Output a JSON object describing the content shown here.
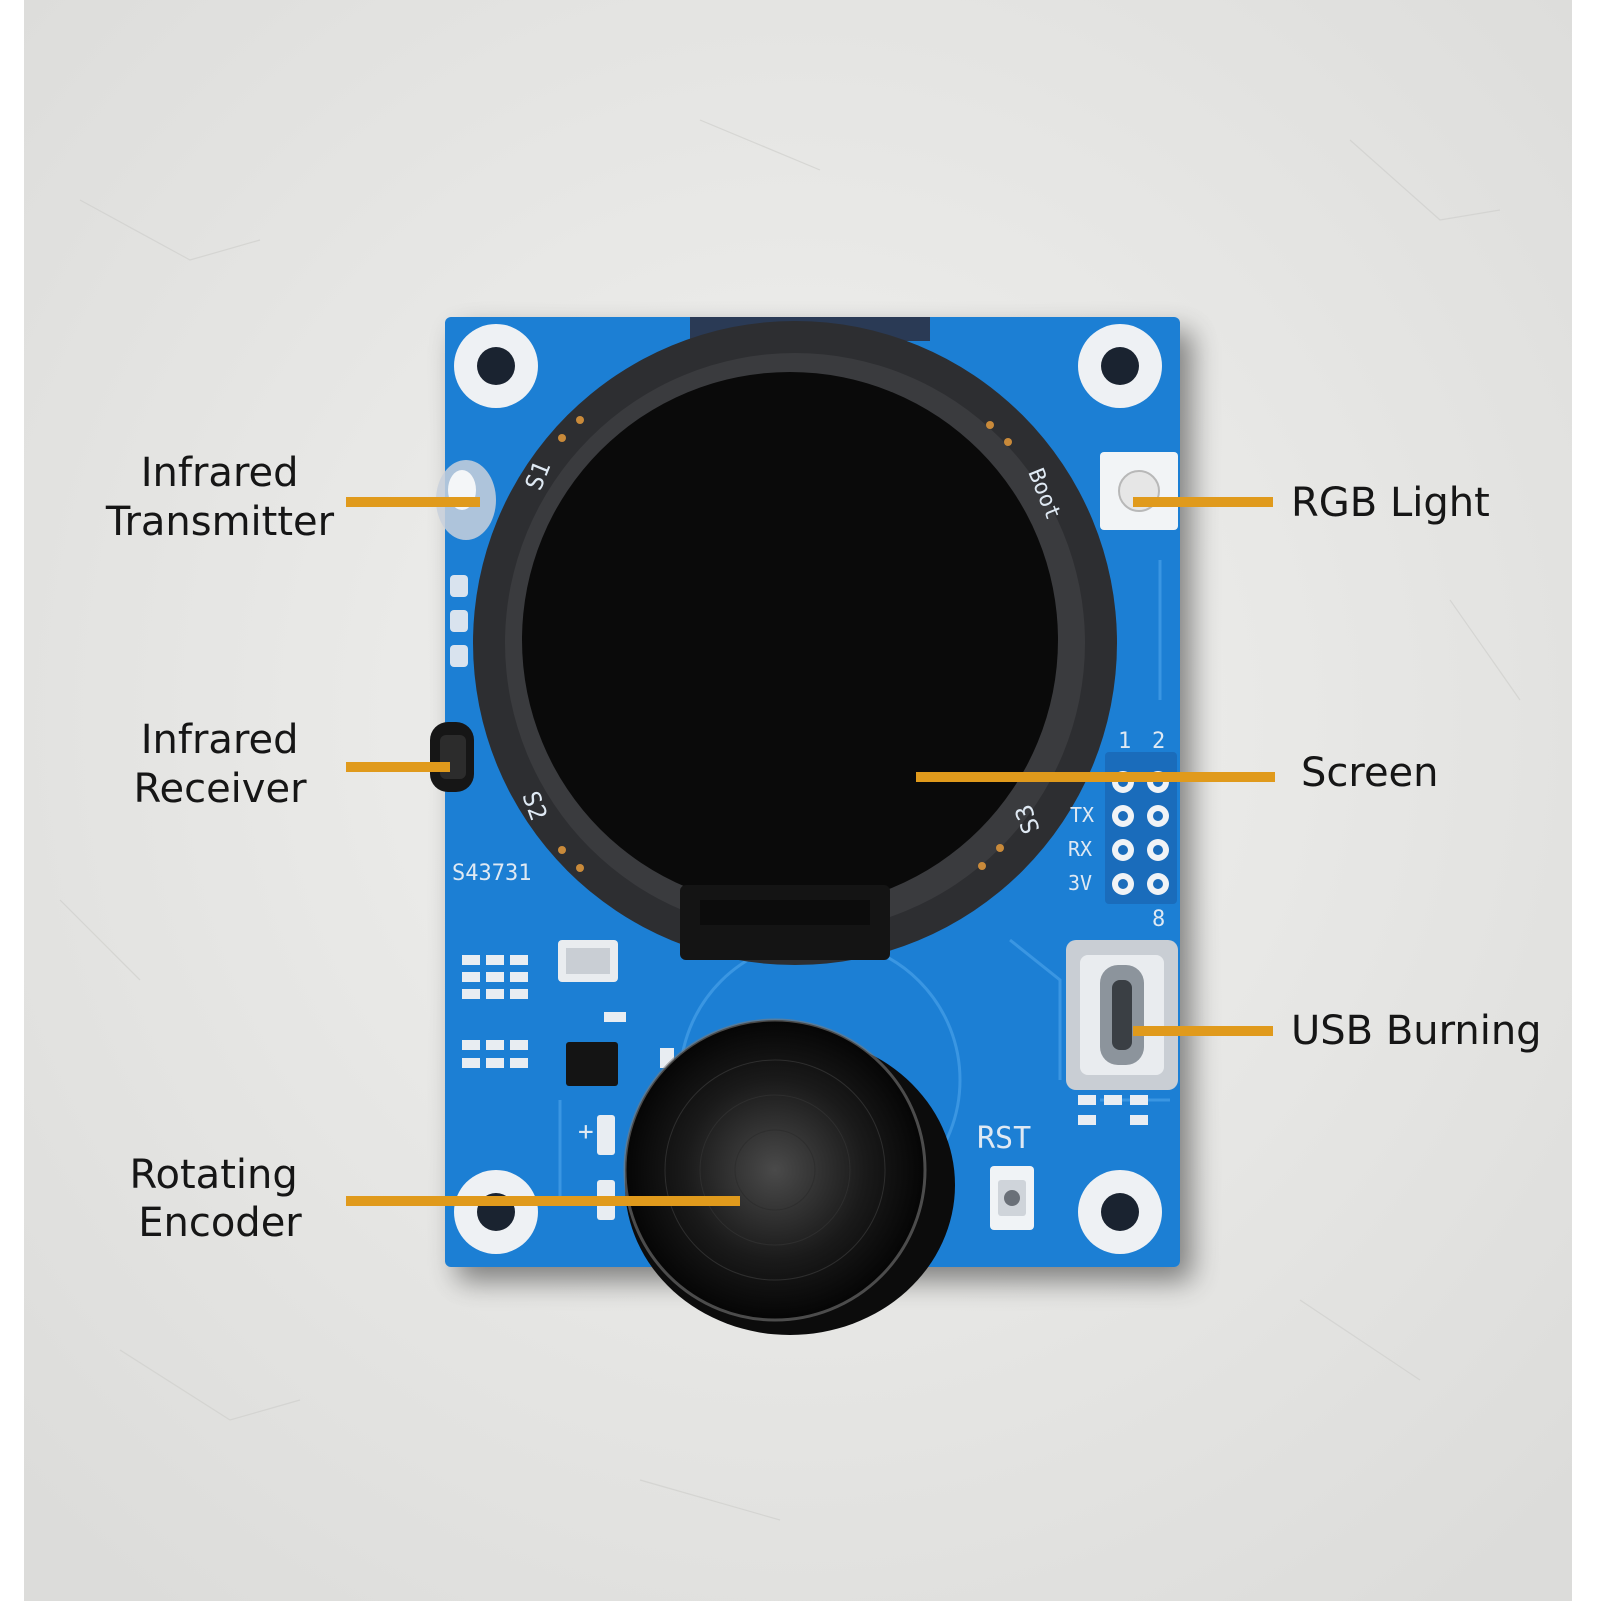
{
  "callouts": {
    "infrared_transmitter": [
      "Infrared",
      "Transmitter"
    ],
    "infrared_receiver": [
      "Infrared",
      "Receiver"
    ],
    "rotating_encoder": [
      "Rotating",
      "Encoder"
    ],
    "rgb_light": "RGB Light",
    "screen": "Screen",
    "usb_burning": "USB Burning"
  },
  "board_silkscreen": {
    "s1": "S1",
    "s2": "S2",
    "s3": "S3",
    "boot": "Boot",
    "part_number": "S43731",
    "pin_tx": "TX",
    "pin_rx": "RX",
    "pin_3v": "3V",
    "pin_1": "1",
    "pin_2": "2",
    "pin_8": "8",
    "rst": "RST",
    "plus": "+"
  },
  "colors": {
    "leader_line": "#e09a1c",
    "pcb": "#1f7fd4",
    "background": "#e8e8e6"
  }
}
